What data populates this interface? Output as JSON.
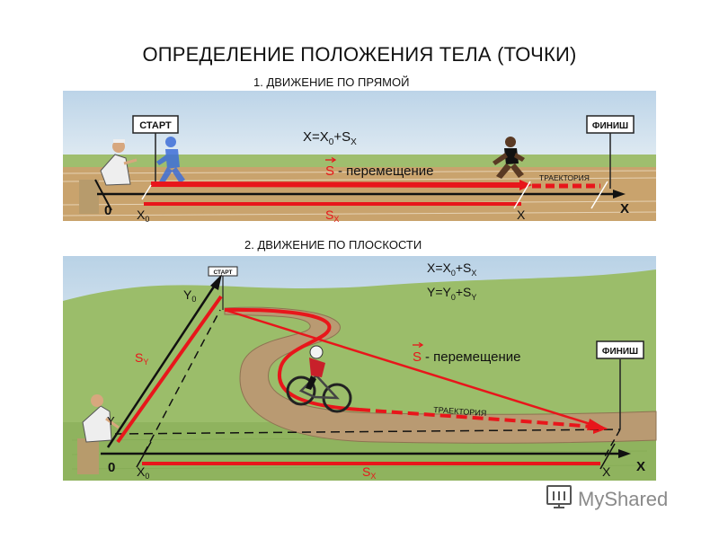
{
  "title": "ОПРЕДЕЛЕНИЕ ПОЛОЖЕНИЯ ТЕЛА (ТОЧКИ)",
  "section1": {
    "heading": "1. ДВИЖЕНИЕ ПО ПРЯМОЙ",
    "start_label": "СТАРТ",
    "finish_label": "ФИНИШ",
    "formula_x": {
      "main": "X=X",
      "sub0": "0",
      "mid": "+S",
      "subx": "X"
    },
    "displacement": {
      "vec": "S",
      "text": "- перемещение"
    },
    "trajectory_label": "ТРАЕКТОРИЯ",
    "origin_label": "0",
    "x0_label": {
      "main": "X",
      "sub": "0"
    },
    "sx_label": {
      "main": "S",
      "sub": "X"
    },
    "x_point_label": "X",
    "axis_label": "X"
  },
  "section2": {
    "heading": "2. ДВИЖЕНИЕ ПО ПЛОСКОСТИ",
    "start_label": "СТАРТ",
    "finish_label": "ФИНИШ",
    "formula_x": {
      "main": "X=X",
      "sub0": "0",
      "mid": "+S",
      "subx": "X"
    },
    "formula_y": {
      "main": "Y=Y",
      "sub0": "0",
      "mid": "+S",
      "suby": "Y"
    },
    "displacement": {
      "vec": "S",
      "text": "- перемещение"
    },
    "trajectory_label": "ТРАЕКТОРИЯ",
    "y0_label": {
      "main": "Y",
      "sub": "0"
    },
    "sy_label": {
      "main": "S",
      "sub": "Y"
    },
    "y_axis_label": "Y",
    "origin_label": "0",
    "x0_label": {
      "main": "X",
      "sub": "0"
    },
    "sx_label": {
      "main": "S",
      "sub": "X"
    },
    "x_point_label": "X",
    "axis_label": "X"
  },
  "watermark": {
    "text": "MyShared"
  },
  "colors": {
    "red": "#e8161b",
    "sky": "#cfe0ee",
    "grass": "#9bbf6b",
    "track": "#c7a16c",
    "road": "#b89a73"
  },
  "icons": [
    "monitor-icon"
  ]
}
